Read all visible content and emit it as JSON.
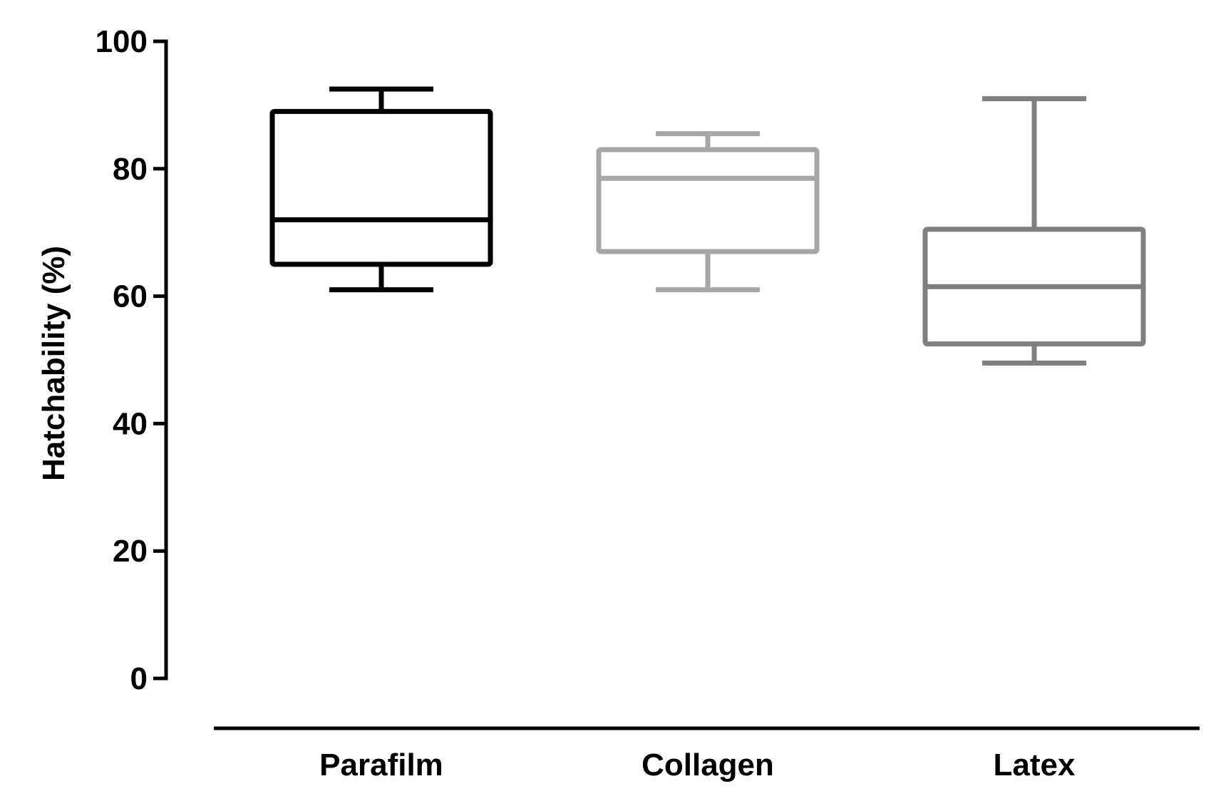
{
  "chart_data": {
    "type": "box",
    "title": "",
    "xlabel": "",
    "ylabel": "Hatchability (%)",
    "ylim": [
      0,
      100
    ],
    "yticks": [
      "0",
      "20",
      "40",
      "60",
      "80",
      "100"
    ],
    "grid": false,
    "legend": "none",
    "categories": [
      "Parafilm",
      "Collagen",
      "Latex"
    ],
    "boxes": [
      {
        "category": "Parafilm",
        "min": 61,
        "q1": 65,
        "median": 72,
        "q3": 89,
        "max": 92.5,
        "color": "#000000"
      },
      {
        "category": "Collagen",
        "min": 61,
        "q1": 67,
        "median": 78.5,
        "q3": 83,
        "max": 85.5,
        "color": "#a6a6a6"
      },
      {
        "category": "Latex",
        "min": 49.5,
        "q1": 52.5,
        "median": 61.5,
        "q3": 70.5,
        "max": 91,
        "color": "#7f7f7f"
      }
    ]
  }
}
